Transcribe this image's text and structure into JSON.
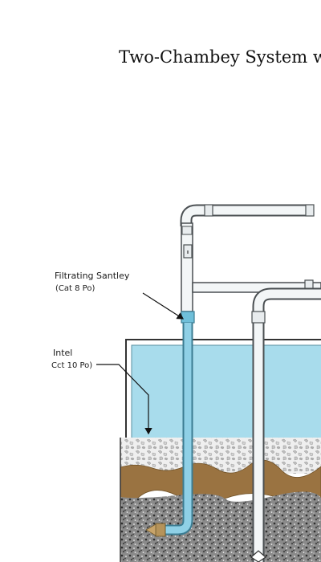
{
  "title": "Two-Chambey System with",
  "callouts": [
    {
      "line1": "Filtrating Santley",
      "line2": "(Cat 8 Po)"
    },
    {
      "line1": "Intel",
      "line2": "Cct 10 Po)"
    }
  ],
  "colors": {
    "water": "#a8dcec",
    "pipe_fill": "#f3f6f7",
    "pipe_stroke": "#4a4f52",
    "filter_pipe": "#8fd0e6",
    "soil": "#9a7341",
    "gravel_top": "#dcdcdc",
    "gravel_bottom": "#6a6a6a",
    "outline": "#333333",
    "brass_fitting": "#b5935a"
  },
  "icons": [
    "arrow-down-icon",
    "arrow-pointer-icon",
    "double-arrow-icon"
  ]
}
